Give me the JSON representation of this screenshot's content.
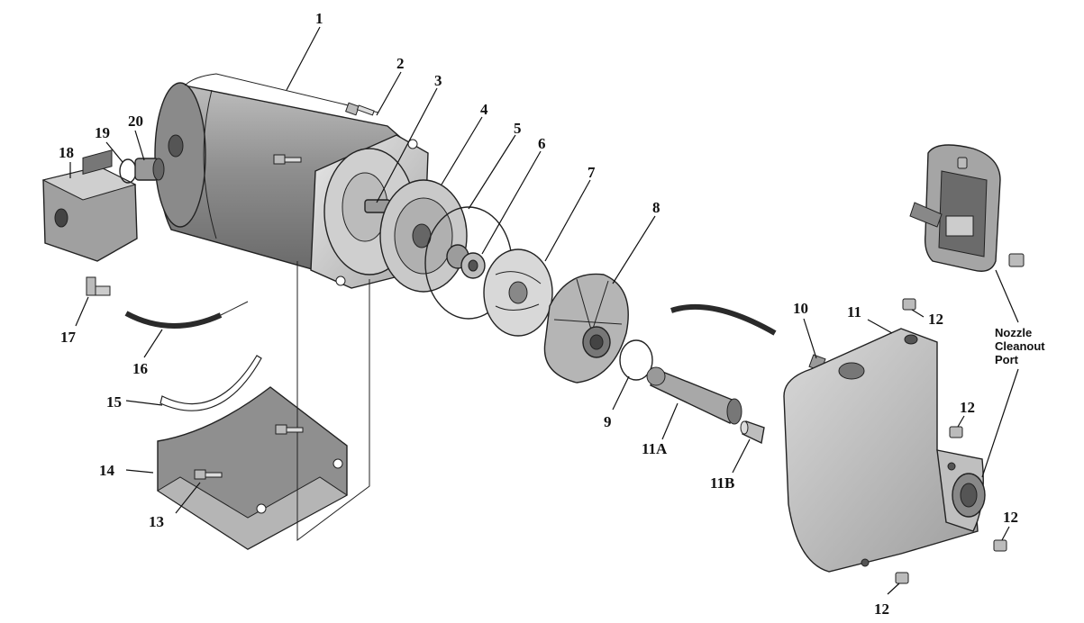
{
  "callouts": {
    "c1": "1",
    "c2": "2",
    "c3": "3",
    "c4": "4",
    "c5": "5",
    "c6": "6",
    "c7": "7",
    "c8": "8",
    "c9": "9",
    "c10": "10",
    "c11": "11",
    "c11a": "11A",
    "c11b": "11B",
    "c12a": "12",
    "c12b": "12",
    "c12c": "12",
    "c12d": "12",
    "c13": "13",
    "c14": "14",
    "c15": "15",
    "c16": "16",
    "c17": "17",
    "c18": "18",
    "c19": "19",
    "c20": "20"
  },
  "note": {
    "line1": "Nozzle",
    "line2": "Cleanout",
    "line3": "Port"
  },
  "colors": {
    "metal": "#9a9a9a",
    "metal_light": "#d6d6d6",
    "metal_dark": "#6e6e6e",
    "hose": "#2a2a2a",
    "ink": "#111111"
  }
}
